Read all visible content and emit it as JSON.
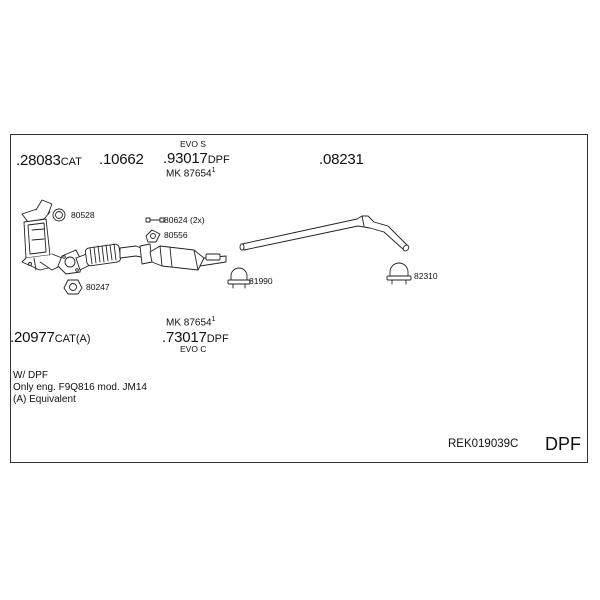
{
  "parts": {
    "p28083": {
      "number": ".28083",
      "suffix": "CAT"
    },
    "p10662": {
      "number": ".10662"
    },
    "p93017": {
      "number": ".93017",
      "suffix": "DPF",
      "variant": "EVO S"
    },
    "mk_top": {
      "text": "MK 87654",
      "sup": "1"
    },
    "p08231": {
      "number": ".08231"
    },
    "p20977": {
      "number": ".20977",
      "suffix": "CAT(A)"
    },
    "mk_bottom": {
      "text": "MK 87654",
      "sup": "1"
    },
    "p73017": {
      "number": ".73017",
      "suffix": "DPF",
      "variant": "EVO C"
    }
  },
  "callouts": {
    "c80528": "80528",
    "c80624": "80624 (2x)",
    "c80556": "80556",
    "c80247": "80247",
    "c81990": "81990",
    "c82310": "82310"
  },
  "notes": {
    "line1": "W/ DPF",
    "line2": "Only eng. F9Q816 mod. JM14",
    "line3": "(A) Equivalent"
  },
  "reference": "REK019039C",
  "badge": "DPF",
  "colors": {
    "line": "#222222",
    "fill": "#ffffff",
    "frame": "#333333"
  }
}
